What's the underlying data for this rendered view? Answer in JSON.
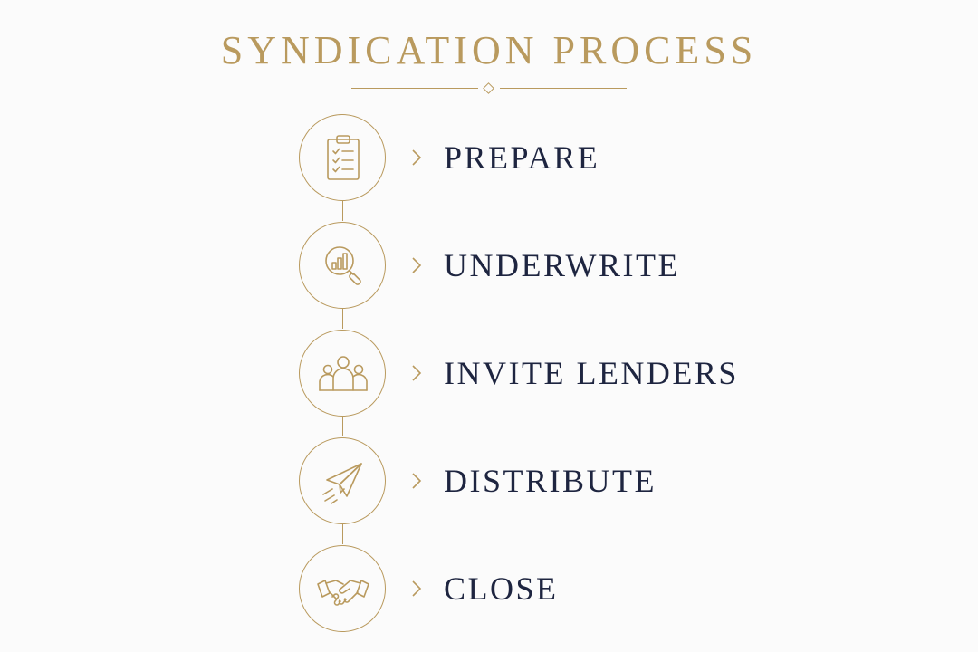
{
  "title": "SYNDICATION PROCESS",
  "colors": {
    "gold": "#b99a5e",
    "navy": "#1e2540",
    "background": "#fbfbfb"
  },
  "steps": [
    {
      "label": "PREPARE",
      "icon": "clipboard-checklist-icon"
    },
    {
      "label": "UNDERWRITE",
      "icon": "magnifier-chart-icon"
    },
    {
      "label": "INVITE LENDERS",
      "icon": "people-group-icon"
    },
    {
      "label": "DISTRIBUTE",
      "icon": "paper-plane-icon"
    },
    {
      "label": "CLOSE",
      "icon": "handshake-icon"
    }
  ]
}
